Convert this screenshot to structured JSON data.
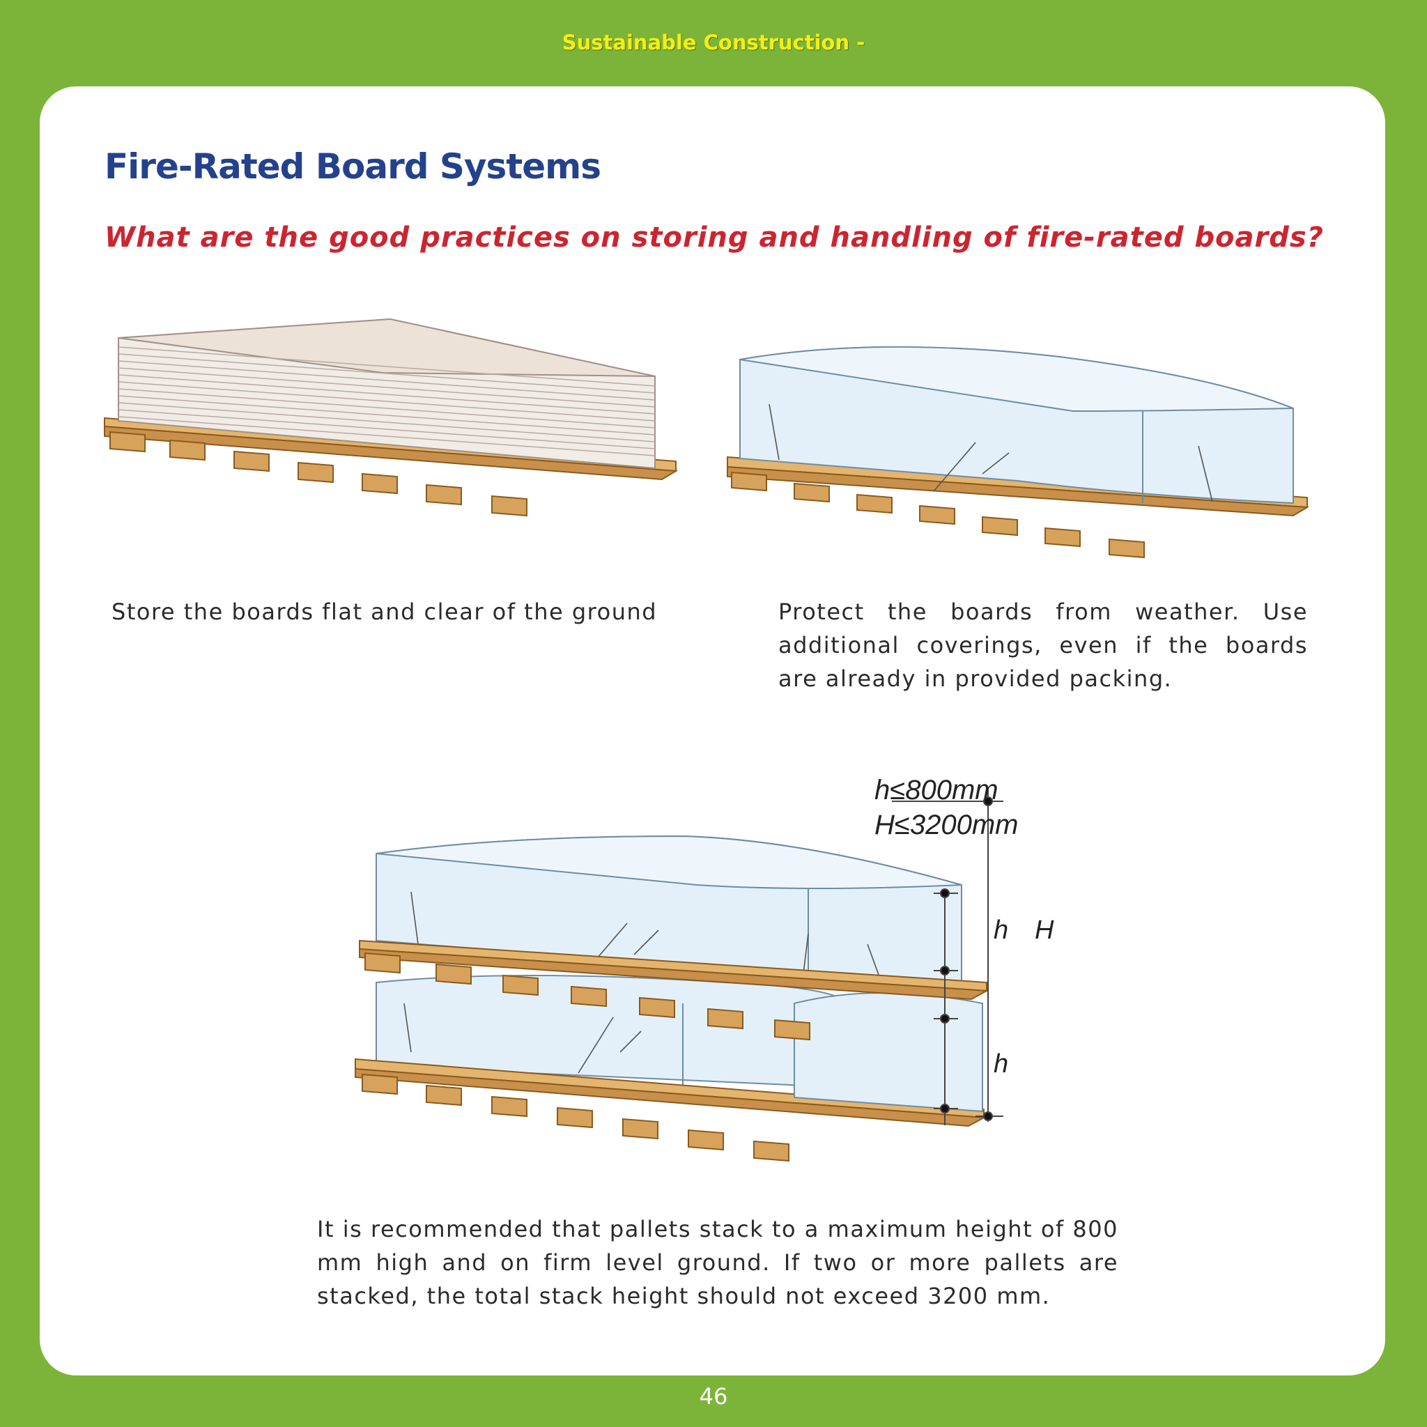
{
  "header": {
    "title": "Sustainable Construction -"
  },
  "page": {
    "title": "Fire-Rated Board Systems",
    "question": "What are the good practices on storing and handling of fire-rated boards?",
    "number": "46"
  },
  "captions": {
    "flat": "Store the boards flat and clear of the ground",
    "weather": "Protect the boards from weather. Use additional coverings, even if the boards are already in provided packing.",
    "stack": "It is recommended that pallets stack to a maximum height of 800 mm high and on firm level ground. If two or more pallets are stacked, the total stack height should not exceed 3200 mm."
  },
  "dimensions": {
    "h_limit": "h≤800mm",
    "H_limit": "H≤3200mm",
    "h_label": "h",
    "H_label": "H"
  },
  "colors": {
    "background": "#7cb43a",
    "header_text": "#f4ef12",
    "title": "#24428c",
    "question": "#cc2530",
    "wood": "#d7a35c",
    "wrap": "#e3f0fa"
  }
}
